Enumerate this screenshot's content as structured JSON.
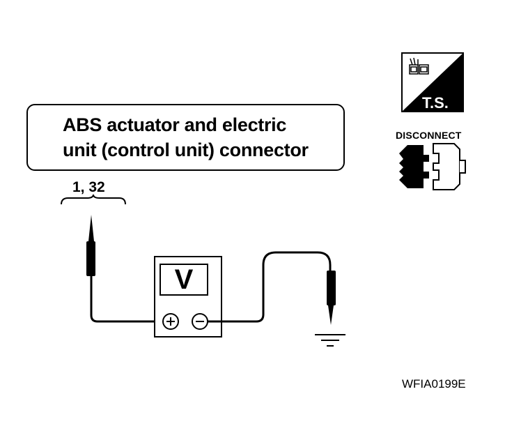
{
  "connector_box": {
    "line1": "ABS actuator and electric",
    "line2": "unit (control unit) connector"
  },
  "terminal_pins": "1, 32",
  "meter_symbol": "V",
  "icons": {
    "ts_label": "T.S.",
    "disconnect_label": "DISCONNECT"
  },
  "figure_id": "WFIA0199E"
}
